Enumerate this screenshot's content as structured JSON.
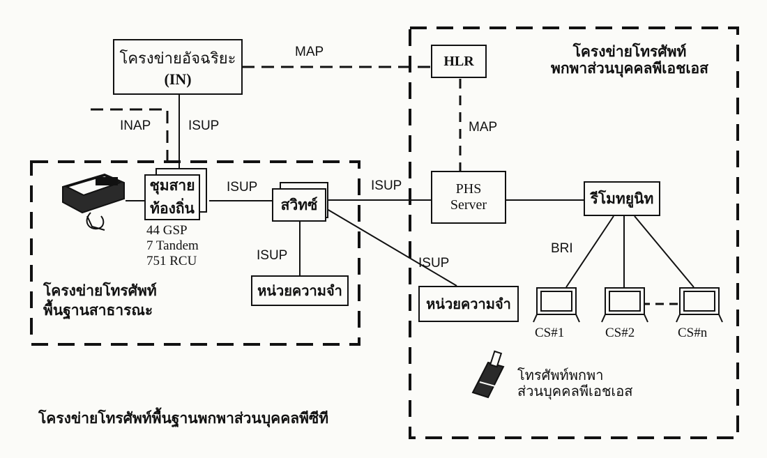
{
  "in_box": {
    "line1": "โครงข่ายอัจฉริยะ",
    "line2": "(IN)"
  },
  "hlr": "HLR",
  "phs_region_title": {
    "line1": "โครงข่ายโทรศัพท์",
    "line2": "พกพาส่วนบุคคลพีเอชเอส"
  },
  "local_exchange": {
    "line1": "ชุมสาย",
    "line2": "ท้องถิ่น"
  },
  "exchange_info": {
    "line1": "44 GSP",
    "line2": "7 Tandem",
    "line3": "751 RCU"
  },
  "switch": "สวิทซ์",
  "memory_fixed": "หน่วยความจำ",
  "memory_phs": "หน่วยความจำ",
  "phs_server": {
    "line1": "PHS",
    "line2": "Server"
  },
  "remote_unit": "รีโมทยูนิท",
  "pstn_title": {
    "line1": "โครงข่ายโทรศัพท์",
    "line2": "พื้นฐานสาธารณะ"
  },
  "bottom_title": "โครงข่ายโทรศัพท์พื้นฐานพกพาส่วนบุคคลพีซีที",
  "handset_label": {
    "line1": "โทรศัพท์พกพา",
    "line2": "ส่วนบุคคลพีเอชเอส"
  },
  "protocols": {
    "map_top": "MAP",
    "map_vertical": "MAP",
    "inap": "INAP",
    "isup_in": "ISUP",
    "isup_local_switch": "ISUP",
    "isup_switch_phs": "ISUP",
    "isup_switch_memory": "ISUP",
    "isup_to_phs_memory": "ISUP",
    "bri": "BRI"
  },
  "cell_stations": [
    "CS#1",
    "CS#2",
    "CS#n"
  ]
}
